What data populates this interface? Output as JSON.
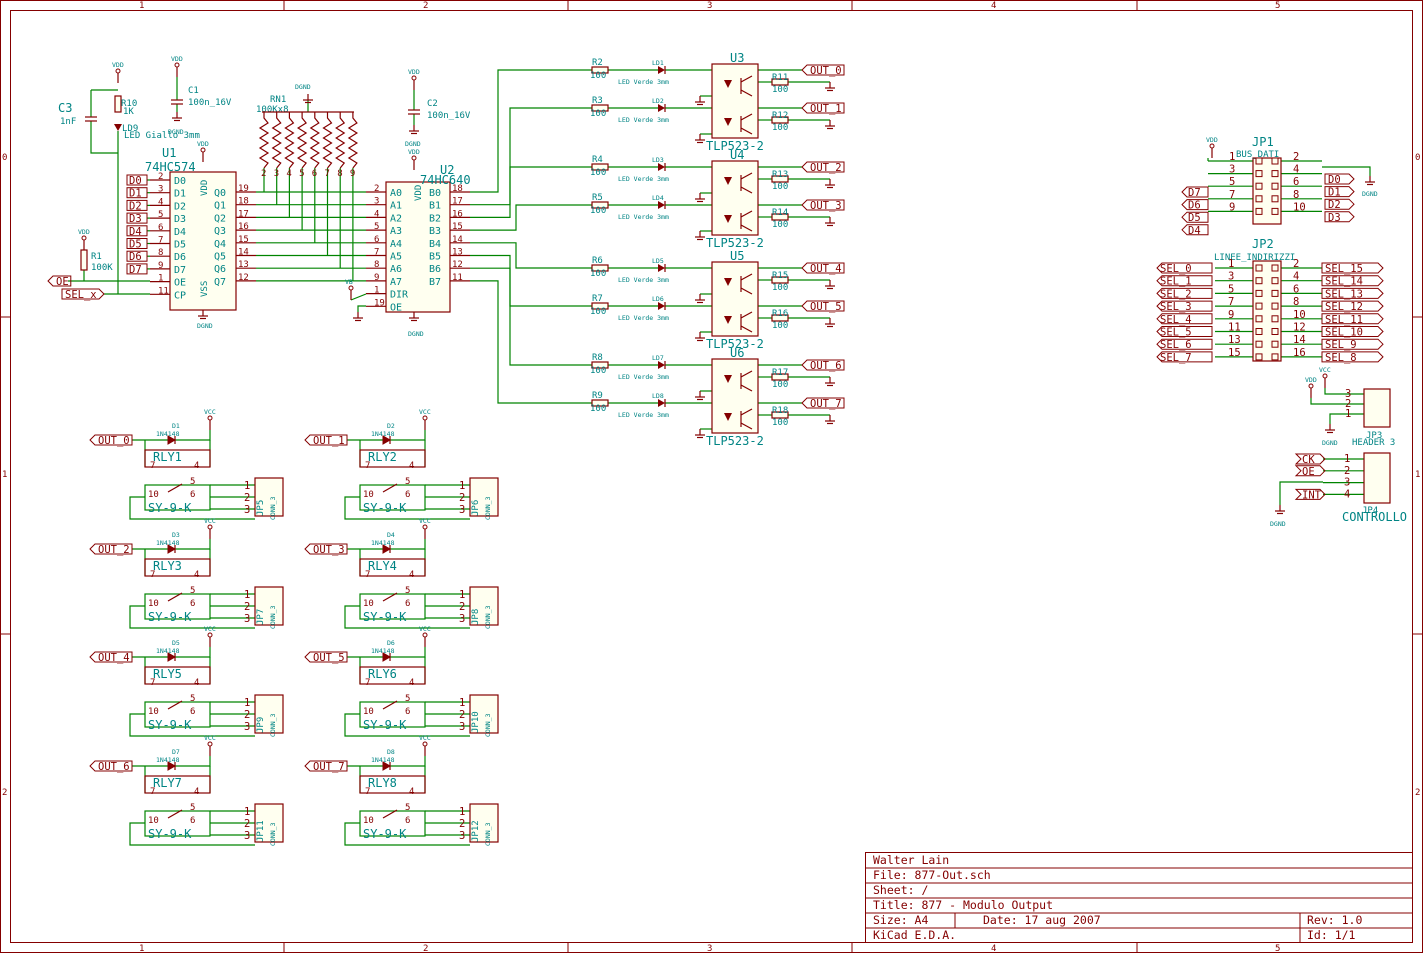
{
  "title_block": {
    "company": "Walter Lain",
    "file": "File: 877-Out.sch",
    "sheet": "Sheet: /",
    "title": "Title: 877 - Modulo Output",
    "size": "Size: A4",
    "date": "Date: 17 aug 2007",
    "rev": "Rev: 1.0",
    "tool": "KiCad E.D.A.",
    "id": "Id: 1/1"
  },
  "ruler": {
    "columns": [
      "1",
      "2",
      "3",
      "4",
      "5"
    ],
    "rows": [
      "0",
      "1",
      "2"
    ]
  },
  "u1": {
    "ref": "U1",
    "value": "74HC574",
    "vdd": "VDD",
    "vss": "VSS",
    "gnd": "DGND",
    "left_pins": [
      {
        "name": "D0",
        "num": "2"
      },
      {
        "name": "D1",
        "num": "3"
      },
      {
        "name": "D2",
        "num": "4"
      },
      {
        "name": "D3",
        "num": "5"
      },
      {
        "name": "D4",
        "num": "6"
      },
      {
        "name": "D5",
        "num": "7"
      },
      {
        "name": "D6",
        "num": "8"
      },
      {
        "name": "D7",
        "num": "9"
      },
      {
        "name": "OE",
        "num": "1"
      },
      {
        "name": "CP",
        "num": "11"
      }
    ],
    "right_pins": [
      {
        "name": "Q0",
        "num": "19"
      },
      {
        "name": "Q1",
        "num": "18"
      },
      {
        "name": "Q2",
        "num": "17"
      },
      {
        "name": "Q3",
        "num": "16"
      },
      {
        "name": "Q4",
        "num": "15"
      },
      {
        "name": "Q5",
        "num": "14"
      },
      {
        "name": "Q6",
        "num": "13"
      },
      {
        "name": "Q7",
        "num": "12"
      }
    ],
    "in_labels": [
      "D0",
      "D1",
      "D2",
      "D3",
      "D4",
      "D5",
      "D6",
      "D7"
    ],
    "oe_label": "OE",
    "sel_label": "SEL_x"
  },
  "u2": {
    "ref": "U2",
    "value": "74HC640",
    "vdd": "VDD",
    "gnd": "DGND",
    "vb": "VB",
    "left_pins": [
      {
        "name": "A0",
        "num": "2"
      },
      {
        "name": "A1",
        "num": "3"
      },
      {
        "name": "A2",
        "num": "4"
      },
      {
        "name": "A3",
        "num": "5"
      },
      {
        "name": "A4",
        "num": "6"
      },
      {
        "name": "A5",
        "num": "7"
      },
      {
        "name": "A6",
        "num": "8"
      },
      {
        "name": "A7",
        "num": "9"
      },
      {
        "name": "DIR",
        "num": "1"
      },
      {
        "name": "OE",
        "num": "19"
      }
    ],
    "right_pins": [
      {
        "name": "B0",
        "num": "18"
      },
      {
        "name": "B1",
        "num": "17"
      },
      {
        "name": "B2",
        "num": "16"
      },
      {
        "name": "B3",
        "num": "15"
      },
      {
        "name": "B4",
        "num": "14"
      },
      {
        "name": "B5",
        "num": "13"
      },
      {
        "name": "B6",
        "num": "12"
      },
      {
        "name": "B7",
        "num": "11"
      }
    ]
  },
  "rn1": {
    "ref": "RN1",
    "value": "100Kx8",
    "gnd": "DGND",
    "pins": [
      "2",
      "3",
      "4",
      "5",
      "6",
      "7",
      "8",
      "9"
    ]
  },
  "c1": {
    "ref": "C1",
    "value": "100n_16V",
    "vdd": "VDD",
    "gnd": "DGND"
  },
  "c2": {
    "ref": "C2",
    "value": "100n_16V",
    "vdd": "VDD",
    "gnd": "DGND"
  },
  "c3": {
    "ref": "C3",
    "value": "1nF"
  },
  "r10": {
    "ref": "R10",
    "value": "1K",
    "vdd": "VDD"
  },
  "ld9": {
    "ref": "LD9",
    "value": "LED Giallo 3mm"
  },
  "r1": {
    "ref": "R1",
    "value": "100K",
    "vdd": "VDD"
  },
  "channels": [
    {
      "r": "R2",
      "rv": "100",
      "ld": "LD1",
      "led": "LED Verde 3mm",
      "rout": "R11",
      "routv": "100",
      "out": "OUT_0"
    },
    {
      "r": "R3",
      "rv": "100",
      "ld": "LD2",
      "led": "LED Verde 3mm",
      "rout": "R12",
      "routv": "100",
      "out": "OUT_1"
    },
    {
      "r": "R4",
      "rv": "100",
      "ld": "LD3",
      "led": "LED Verde 3mm",
      "rout": "R13",
      "routv": "100",
      "out": "OUT_2"
    },
    {
      "r": "R5",
      "rv": "100",
      "ld": "LD4",
      "led": "LED Verde 3mm",
      "rout": "R14",
      "routv": "100",
      "out": "OUT_3"
    },
    {
      "r": "R6",
      "rv": "100",
      "ld": "LD5",
      "led": "LED Verde 3mm",
      "rout": "R15",
      "routv": "100",
      "out": "OUT_4"
    },
    {
      "r": "R7",
      "rv": "100",
      "ld": "LD6",
      "led": "LED Verde 3mm",
      "rout": "R16",
      "routv": "100",
      "out": "OUT_5"
    },
    {
      "r": "R8",
      "rv": "100",
      "ld": "LD7",
      "led": "LED Verde 3mm",
      "rout": "R17",
      "routv": "100",
      "out": "OUT_6"
    },
    {
      "r": "R9",
      "rv": "100",
      "ld": "LD8",
      "led": "LED Verde 3mm",
      "rout": "R18",
      "routv": "100",
      "out": "OUT_7"
    }
  ],
  "opto": [
    {
      "ref": "U3",
      "value": "TLP523-2"
    },
    {
      "ref": "U4",
      "value": "TLP523-2"
    },
    {
      "ref": "U5",
      "value": "TLP523-2"
    },
    {
      "ref": "U6",
      "value": "TLP523-2"
    }
  ],
  "relays": [
    {
      "out": "OUT_0",
      "d": "D1",
      "dv": "1N4148",
      "rly": "RLY1",
      "model": "SY-9-K",
      "jp": "JP5",
      "conn": "CONN_3",
      "vcc": "VCC"
    },
    {
      "out": "OUT_1",
      "d": "D2",
      "dv": "1N4148",
      "rly": "RLY2",
      "model": "SY-9-K",
      "jp": "JP6",
      "conn": "CONN_3",
      "vcc": "VCC"
    },
    {
      "out": "OUT_2",
      "d": "D3",
      "dv": "1N4148",
      "rly": "RLY3",
      "model": "SY-9-K",
      "jp": "JP7",
      "conn": "CONN_3",
      "vcc": "VCC"
    },
    {
      "out": "OUT_3",
      "d": "D4",
      "dv": "1N4148",
      "rly": "RLY4",
      "model": "SY-9-K",
      "jp": "JP8",
      "conn": "CONN_3",
      "vcc": "VCC"
    },
    {
      "out": "OUT_4",
      "d": "D5",
      "dv": "1N4148",
      "rly": "RLY5",
      "model": "SY-9-K",
      "jp": "JP9",
      "conn": "CONN_3",
      "vcc": "VCC"
    },
    {
      "out": "OUT_5",
      "d": "D6",
      "dv": "1N4148",
      "rly": "RLY6",
      "model": "SY-9-K",
      "jp": "JP10",
      "conn": "CONN_3",
      "vcc": "VCC"
    },
    {
      "out": "OUT_6",
      "d": "D7",
      "dv": "1N4148",
      "rly": "RLY7",
      "model": "SY-9-K",
      "jp": "JP11",
      "conn": "CONN_3",
      "vcc": "VCC"
    },
    {
      "out": "OUT_7",
      "d": "D8",
      "dv": "1N4148",
      "rly": "RLY8",
      "model": "SY-9-K",
      "jp": "JP12",
      "conn": "CONN_3",
      "vcc": "VCC"
    }
  ],
  "relay_pins": [
    "5",
    "6",
    "10",
    "7",
    "4"
  ],
  "conn_pins": [
    "1",
    "2",
    "3"
  ],
  "jp1": {
    "ref": "JP1",
    "value": "BUS_DATI",
    "vdd": "VDD",
    "gnd": "DGND",
    "left_labels": [
      "D7",
      "D6",
      "D5",
      "D4"
    ],
    "right_labels": [
      "D0",
      "D1",
      "D2",
      "D3"
    ],
    "left_nums": [
      "1",
      "3",
      "5",
      "7",
      "9"
    ],
    "right_nums": [
      "2",
      "4",
      "6",
      "8",
      "10"
    ]
  },
  "jp2": {
    "ref": "JP2",
    "value": "LINEE_INDIRIZZI",
    "left_labels": [
      "SEL_0",
      "SEL_1",
      "SEL_2",
      "SEL_3",
      "SEL_4",
      "SEL_5",
      "SEL_6",
      "SEL_7"
    ],
    "right_labels": [
      "SEL_15",
      "SEL_14",
      "SEL_13",
      "SEL_12",
      "SEL_11",
      "SEL_10",
      "SEL_9",
      "SEL_8"
    ],
    "left_nums": [
      "1",
      "3",
      "5",
      "7",
      "9",
      "11",
      "13",
      "15"
    ],
    "right_nums": [
      "2",
      "4",
      "6",
      "8",
      "10",
      "12",
      "14",
      "16"
    ]
  },
  "jp3": {
    "ref": "JP3",
    "value": "HEADER 3",
    "vdd": "VDD",
    "vcc": "VCC",
    "gnd": "DGND",
    "pins": [
      "3",
      "2",
      "1"
    ]
  },
  "jp4": {
    "ref": "JP4",
    "value": "CONTROLLO",
    "gnd": "DGND",
    "labels": [
      "CK",
      "OE",
      "",
      "INT"
    ],
    "pins": [
      "1",
      "2",
      "3",
      "4"
    ]
  }
}
